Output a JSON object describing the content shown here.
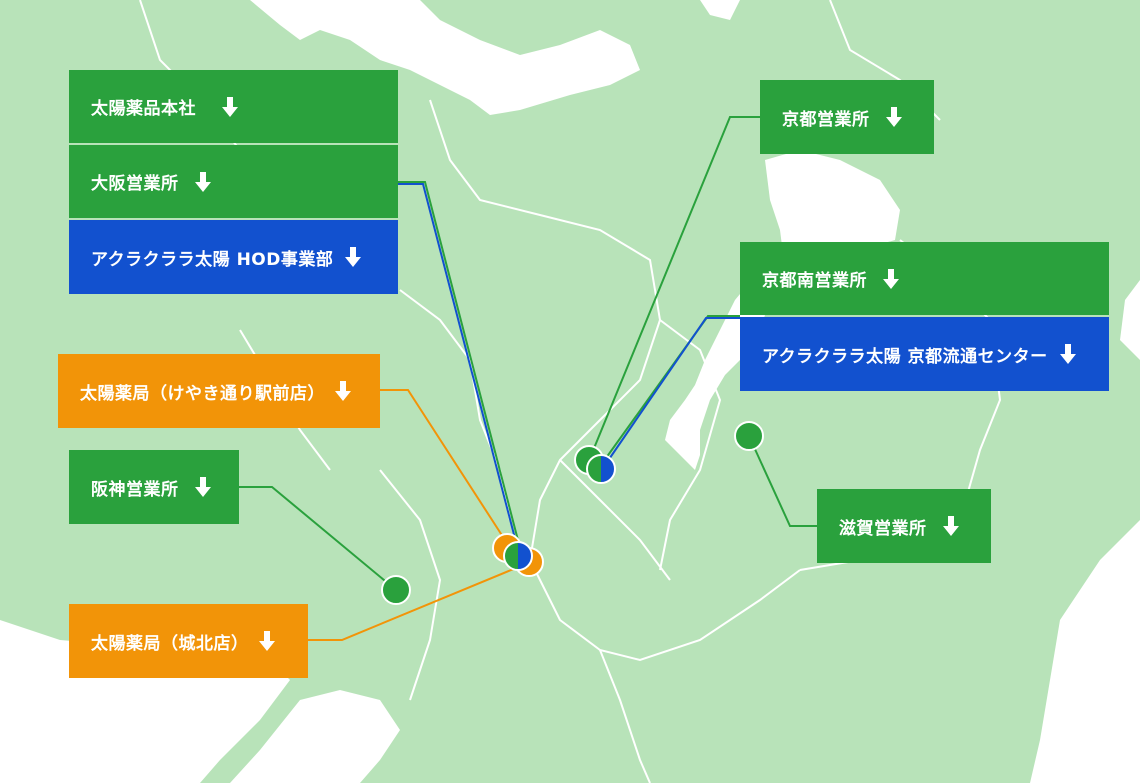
{
  "colors": {
    "green": "#2aa13d",
    "blue": "#1251cf",
    "orange": "#f29408",
    "land": "#b8e3b9",
    "water": "#ffffff",
    "border": "#ffffff"
  },
  "locations": {
    "honsha": {
      "label": "太陽薬品本社",
      "kind": "company",
      "icon": "arrow-down-icon"
    },
    "osaka": {
      "label": "大阪営業所",
      "kind": "company",
      "icon": "arrow-down-icon"
    },
    "hod": {
      "label": "アクラクララ太陽 HOD事業部",
      "kind": "partner",
      "icon": "arrow-down-icon"
    },
    "keyaki": {
      "label": "太陽薬局（けやき通り駅前店）",
      "kind": "pharmacy",
      "icon": "arrow-down-icon"
    },
    "hanshin": {
      "label": "阪神営業所",
      "kind": "company",
      "icon": "arrow-down-icon"
    },
    "johoku": {
      "label": "太陽薬局（城北店）",
      "kind": "pharmacy",
      "icon": "arrow-down-icon"
    },
    "kyoto": {
      "label": "京都営業所",
      "kind": "company",
      "icon": "arrow-down-icon"
    },
    "kyotominami": {
      "label": "京都南営業所",
      "kind": "company",
      "icon": "arrow-down-icon"
    },
    "kyotoryutsu": {
      "label": "アクラクララ太陽 京都流通センター",
      "kind": "partner",
      "icon": "arrow-down-icon"
    },
    "shiga": {
      "label": "滋賀営業所",
      "kind": "company",
      "icon": "arrow-down-icon"
    }
  }
}
